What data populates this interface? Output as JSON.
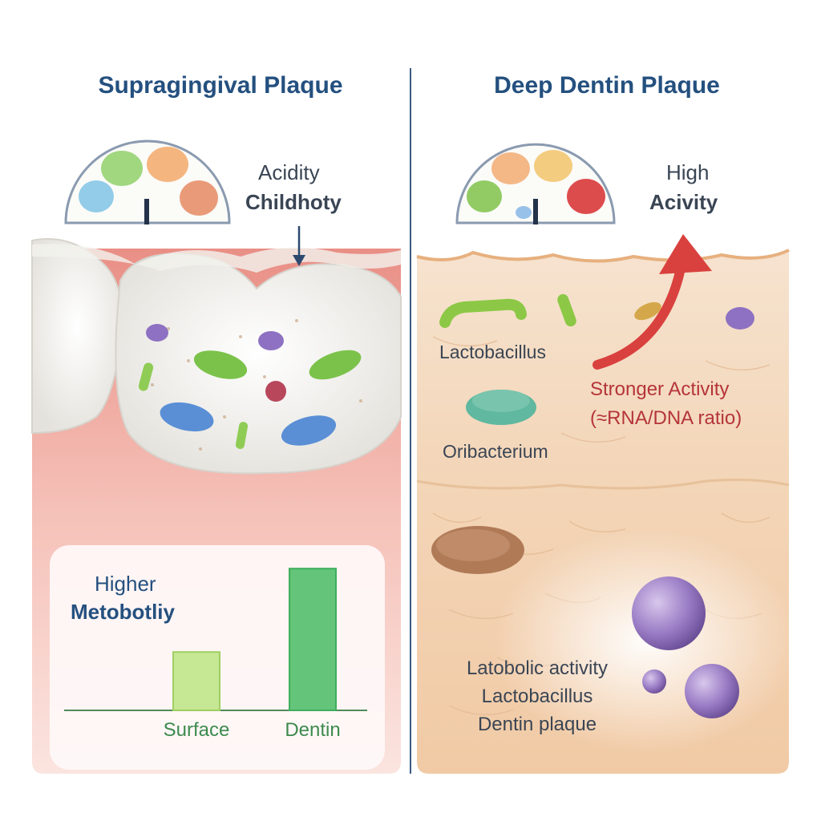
{
  "left": {
    "title": "Supragingival Plaque",
    "gauge_label_1": "Acidity",
    "gauge_label_2": "Childhoty",
    "chart_label_1": "Higher",
    "chart_label_2": "Metobotliy"
  },
  "right": {
    "title": "Deep Dentin Plaque",
    "gauge_label_1": "High",
    "gauge_label_2": "Acivity",
    "bacterium_1": "Lactobacillus",
    "bacterium_2": "Oribacterium",
    "activity_label": "Stronger Activity",
    "activity_sub": "(≈RNA/DNA ratio)",
    "bottom_label_1": "Latobolic activity",
    "bottom_label_2": "Lactobacillus",
    "bottom_label_3": "Dentin plaque"
  },
  "colors": {
    "title": "#24507f",
    "gum": "#f1b3aa",
    "dentin": "#f3d2b0",
    "bar_surface": "#c6e793",
    "bar_dentin": "#63c47a",
    "arrow_red": "#d9413e"
  },
  "chart_data": {
    "type": "bar",
    "categories": [
      "Surface",
      "Dentin"
    ],
    "values": [
      28,
      68
    ],
    "ylim": [
      0,
      75
    ],
    "title": "",
    "xlabel": "",
    "ylabel": "",
    "grid": false
  }
}
